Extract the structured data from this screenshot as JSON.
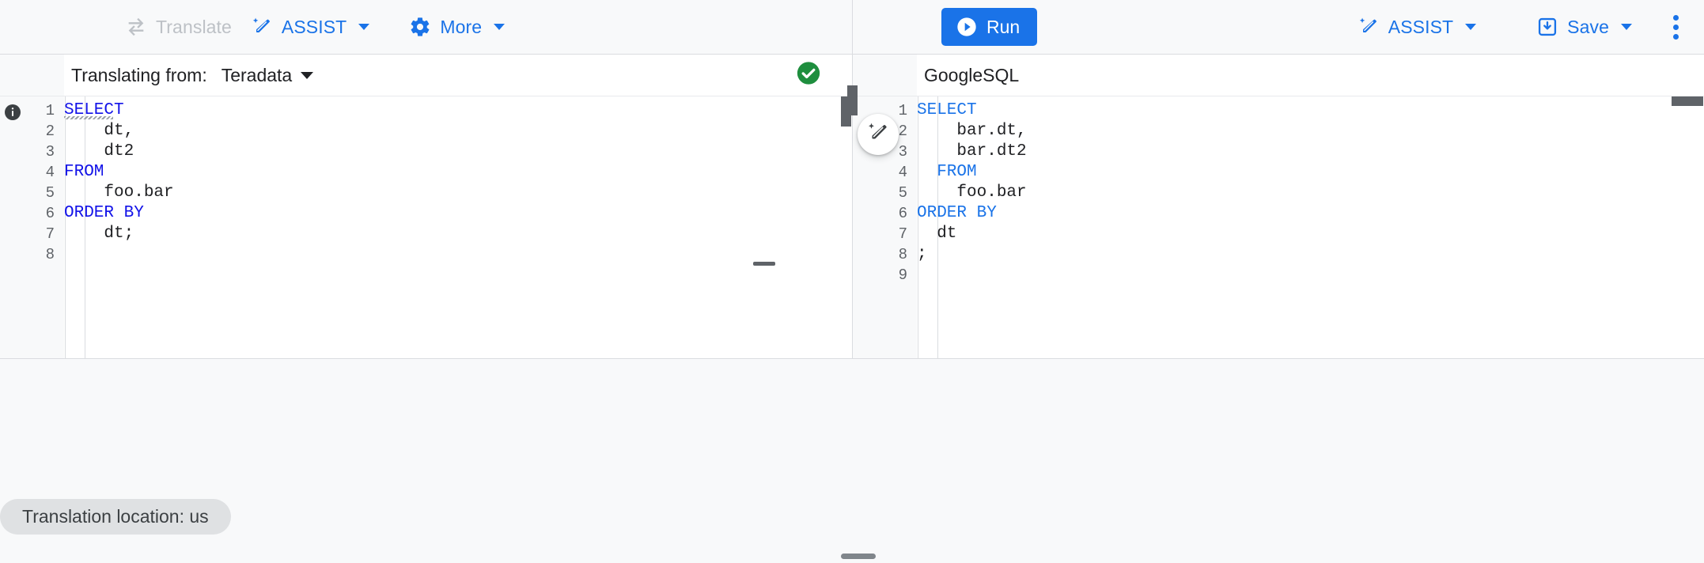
{
  "toolbar": {
    "left": [
      {
        "label": "Translate",
        "icon": "translate-swap-icon",
        "disabled": true,
        "caret": false
      },
      {
        "label": "ASSIST",
        "icon": "magic-wand-icon",
        "disabled": false,
        "caret": true
      },
      {
        "label": "More",
        "icon": "gear-icon",
        "disabled": false,
        "caret": true
      }
    ],
    "run_label": "Run",
    "run_icon": "play-circle-icon",
    "right": [
      {
        "label": "ASSIST",
        "icon": "magic-wand-icon",
        "caret": true
      },
      {
        "label": "Save",
        "icon": "save-icon",
        "caret": true
      }
    ],
    "overflow_icon": "kebab-menu-icon"
  },
  "left_panel": {
    "label": "Translating from:",
    "dialect": "Teradata",
    "dialect_caret_icon": "chevron-down-icon",
    "status_icon": "check-circle-icon",
    "status_color": "#1e8e3e",
    "info_icon": "info-icon",
    "line_numbers": [
      "1",
      "2",
      "3",
      "4",
      "5",
      "6",
      "7",
      "8"
    ],
    "code_lines": [
      {
        "tokens": [
          {
            "t": "SELECT",
            "c": "kw-dark"
          }
        ],
        "squiggle": true
      },
      {
        "tokens": [
          {
            "t": "    dt,",
            "c": ""
          }
        ]
      },
      {
        "tokens": [
          {
            "t": "    dt2",
            "c": ""
          }
        ]
      },
      {
        "tokens": [
          {
            "t": "FROM",
            "c": "kw-dark"
          }
        ]
      },
      {
        "tokens": [
          {
            "t": "    foo.bar",
            "c": ""
          }
        ]
      },
      {
        "tokens": [
          {
            "t": "ORDER BY",
            "c": "kw-dark"
          }
        ]
      },
      {
        "tokens": [
          {
            "t": "    dt;",
            "c": ""
          }
        ]
      },
      {
        "tokens": [
          {
            "t": "",
            "c": ""
          }
        ]
      }
    ]
  },
  "right_panel": {
    "dialect": "GoogleSQL",
    "line_numbers": [
      "1",
      "2",
      "3",
      "4",
      "5",
      "6",
      "7",
      "8",
      "9"
    ],
    "code_lines": [
      {
        "tokens": [
          {
            "t": "SELECT",
            "c": "kw-lite"
          }
        ]
      },
      {
        "tokens": [
          {
            "t": "    bar.dt,",
            "c": ""
          }
        ]
      },
      {
        "tokens": [
          {
            "t": "    bar.dt2",
            "c": ""
          }
        ]
      },
      {
        "tokens": [
          {
            "t": "  FROM",
            "c": "kw-lite"
          }
        ]
      },
      {
        "tokens": [
          {
            "t": "    foo.bar",
            "c": ""
          }
        ]
      },
      {
        "tokens": [
          {
            "t": "ORDER BY",
            "c": "kw-lite"
          }
        ]
      },
      {
        "tokens": [
          {
            "t": "  dt",
            "c": ""
          }
        ]
      },
      {
        "tokens": [
          {
            "t": ";",
            "c": ""
          }
        ]
      },
      {
        "tokens": [
          {
            "t": "",
            "c": ""
          }
        ]
      }
    ]
  },
  "assist_fab_icon": "magic-wand-icon",
  "footer": {
    "chip_label": "Translation location: us",
    "drag_handle_icon": "resize-handle-icon"
  },
  "colors": {
    "accent_blue": "#1a73e8",
    "keyword_blue": "#1313e8",
    "success_green": "#1e8e3e",
    "chip_bg": "#dfe1e3",
    "toolbar_bg": "#f8f9fa"
  }
}
